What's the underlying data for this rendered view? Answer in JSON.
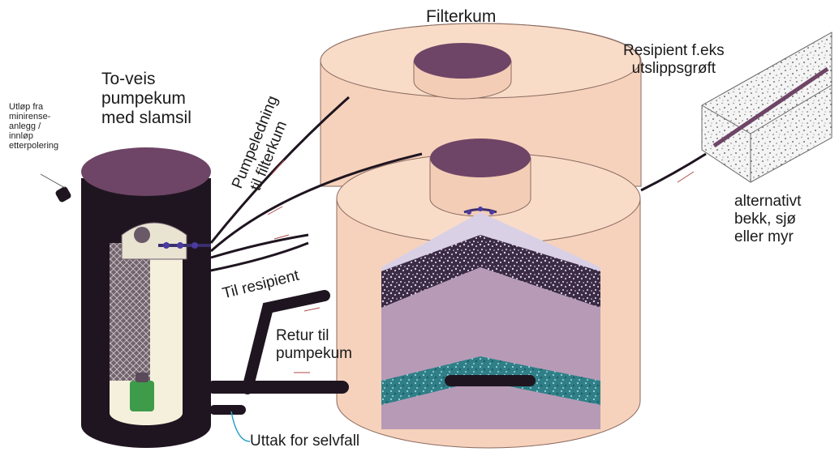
{
  "labels": {
    "filterkum": "Filterkum",
    "pumpekum": [
      "To-veis",
      "pumpekum",
      "med slamsil"
    ],
    "utlop": [
      "Utløp fra",
      "minirense-",
      "anlegg /",
      "innløp",
      "etterpolering"
    ],
    "pumpeledning": [
      "Pumpeledning",
      "til filterkum"
    ],
    "til_resipient": "Til resipient",
    "retur": [
      "Retur til",
      "pumpekum"
    ],
    "uttak": "Uttak for selvfall",
    "resipient": [
      "Resipient f.eks",
      "utslippsgrøft"
    ],
    "alternativt": [
      "alternativt",
      "bekk, sjø",
      "eller myr"
    ]
  },
  "colors": {
    "tank_body": "#f6d2bc",
    "tank_lid": "#6e4566",
    "pump_tank": "#1f1520",
    "pump_inner": "#f4f0dc",
    "filter_light": "#d9d0e6",
    "filter_mid": "#b79ab6",
    "filter_teal": "#3f8f98",
    "pump_green": "#3e9b4a",
    "cyan_pointer": "#2aa2c8"
  }
}
